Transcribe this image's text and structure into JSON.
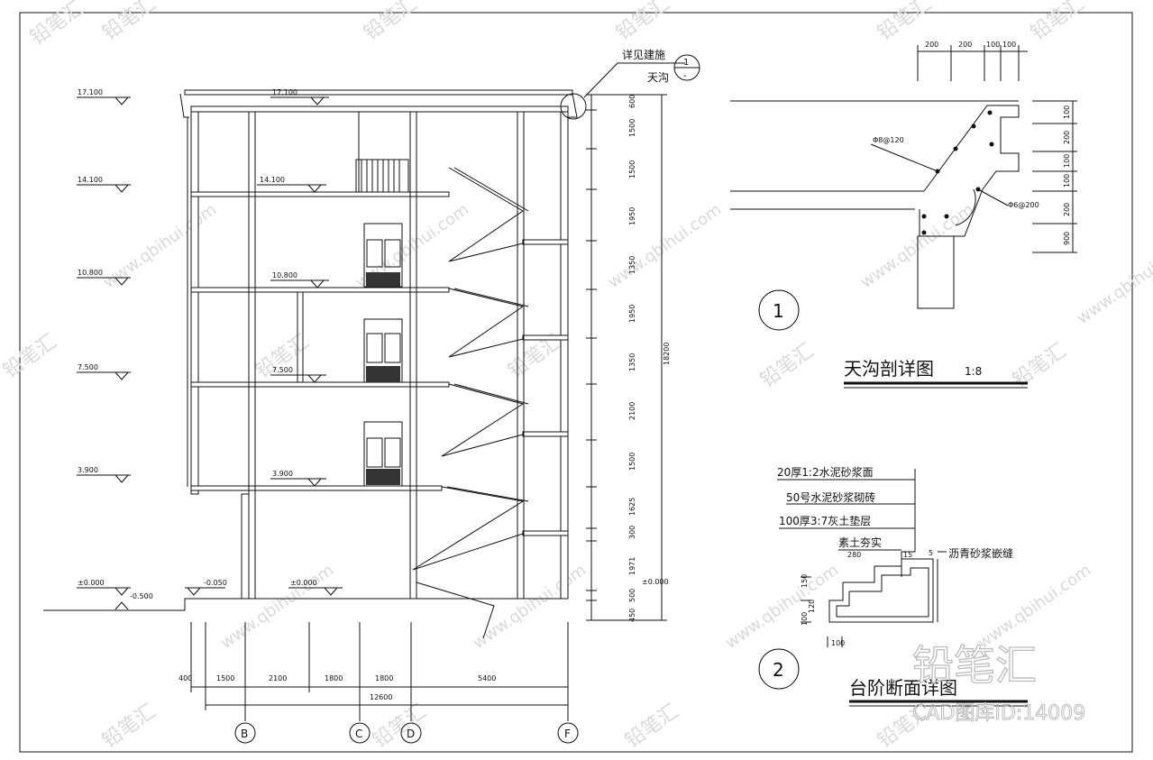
{
  "watermark": {
    "text_cn": "铅笔汇",
    "text_url": "www.qbihui.com",
    "logo": "铅笔汇",
    "id_text": "CAD图库ID:14009"
  },
  "section": {
    "elevations": [
      "17.100",
      "14.100",
      "10.800",
      "7.500",
      "3.900",
      "±0.000",
      "-0.500"
    ],
    "inner_elevations": [
      "17.100",
      "14.100",
      "10.800",
      "7.500",
      "3.900",
      "±0.000"
    ],
    "minus_050": "-0.050",
    "right_zero": "±0.000",
    "right_dims": [
      "600",
      "1500",
      "1500",
      "1950",
      "1350",
      "1950",
      "1350",
      "2100",
      "1500",
      "1625",
      "300",
      "1971",
      "500",
      "450"
    ],
    "total_height": "18200",
    "bottom_dims": [
      "400",
      "1500",
      "2100",
      "1800",
      "1800",
      "5400"
    ],
    "total_width": "12600",
    "axes": [
      "B",
      "C",
      "D",
      "F"
    ],
    "callout_text": "详见建施",
    "callout_sub": "天沟",
    "callout_num": "1",
    "callout_den": "-"
  },
  "detail1": {
    "top_dims": [
      "200",
      "200",
      "100",
      "100"
    ],
    "right_dims": [
      "100",
      "200",
      "100",
      "100",
      "200",
      "900"
    ],
    "rebar1": "Φ8@120",
    "rebar2": "Φ6@200",
    "number": "1",
    "title": "天沟剖详图",
    "scale": "1:8"
  },
  "detail2": {
    "layers": [
      "20厚1:2水泥砂浆面",
      "50号水泥砂浆砌砖",
      "100厚3:7灰土垫层",
      "素土夯实"
    ],
    "joint": "沥青砂浆嵌缝",
    "dims": [
      "280",
      "150",
      "120",
      "100",
      "100",
      "5",
      "15"
    ],
    "number": "2",
    "title": "台阶断面详图"
  }
}
